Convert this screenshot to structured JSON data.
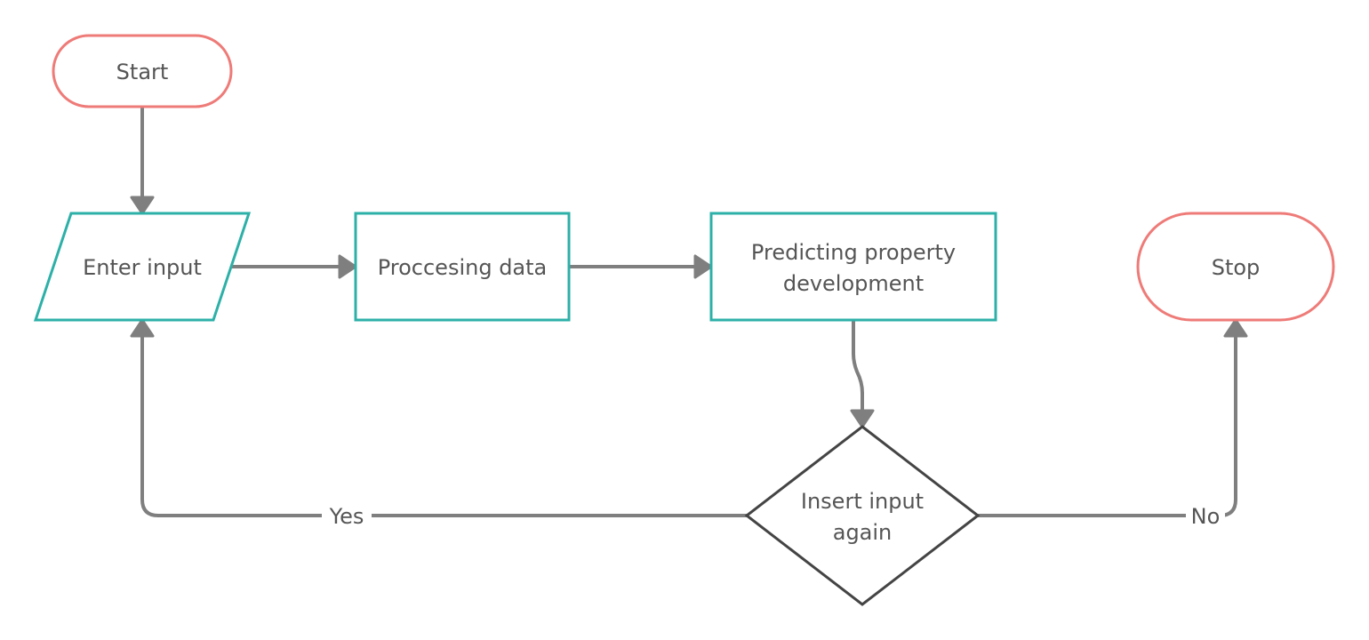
{
  "colors": {
    "terminal": "#EE7B78",
    "process": "#2DB0A8",
    "decision": "#444444",
    "connector": "#7F7F7F",
    "text": "#555555",
    "background": "#FFFFFF"
  },
  "nodes": {
    "start": {
      "label": "Start",
      "shape": "terminal"
    },
    "enter_input": {
      "label": "Enter input",
      "shape": "parallelogram"
    },
    "processing": {
      "label": "Proccesing data",
      "shape": "rectangle"
    },
    "predicting": {
      "label_line1": "Predicting property",
      "label_line2": "development",
      "shape": "rectangle"
    },
    "decision": {
      "label_line1": "Insert input",
      "label_line2": "again",
      "shape": "diamond"
    },
    "stop": {
      "label": "Stop",
      "shape": "terminal"
    }
  },
  "edges": {
    "yes": {
      "label": "Yes"
    },
    "no": {
      "label": "No"
    }
  }
}
